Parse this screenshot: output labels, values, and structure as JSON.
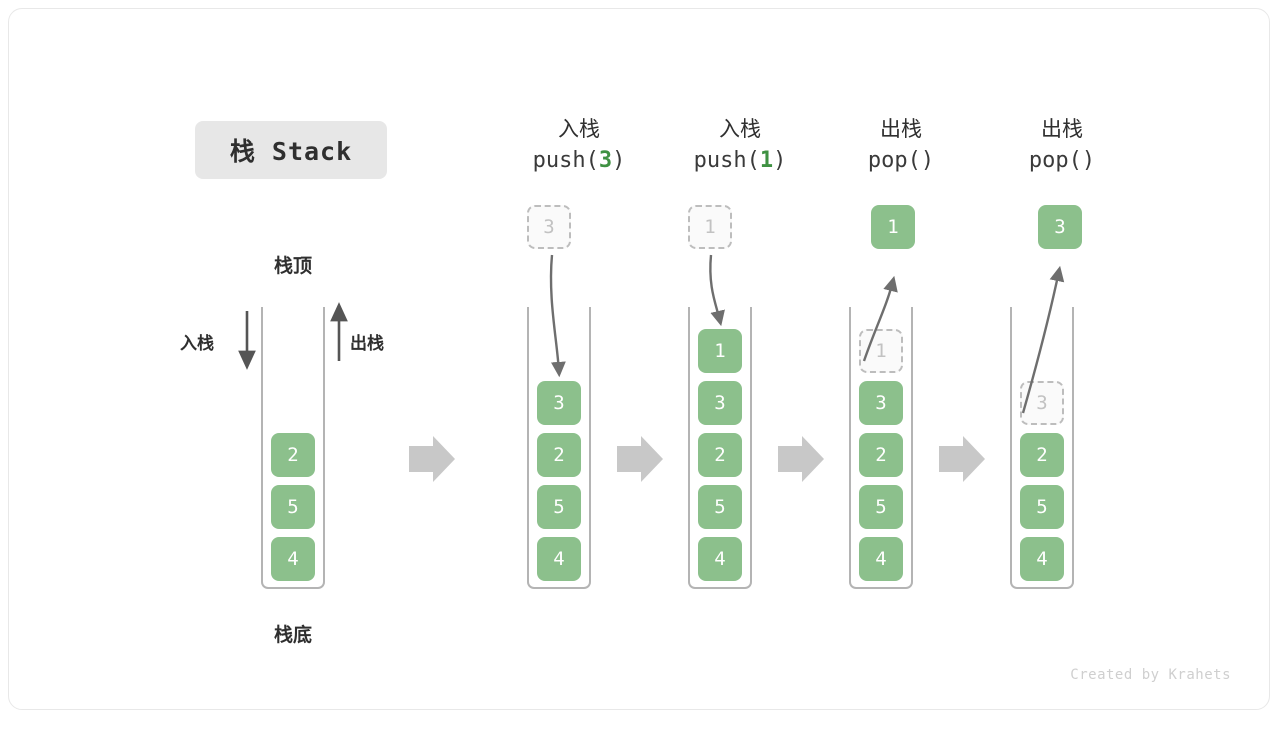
{
  "title": {
    "badge": "栈 Stack"
  },
  "left_diagram": {
    "top_label": "栈顶",
    "bottom_label": "栈底",
    "push_label": "入栈",
    "pop_label": "出栈",
    "cells": [
      "2",
      "5",
      "4"
    ]
  },
  "columns": [
    {
      "cn": "入栈",
      "code_prefix": "push(",
      "code_arg": "3",
      "code_suffix": ")",
      "floating": {
        "value": "3",
        "style": "ghost"
      },
      "cells": [
        {
          "value": "3",
          "style": "full"
        },
        {
          "value": "2",
          "style": "full"
        },
        {
          "value": "5",
          "style": "full"
        },
        {
          "value": "4",
          "style": "full"
        }
      ]
    },
    {
      "cn": "入栈",
      "code_prefix": "push(",
      "code_arg": "1",
      "code_suffix": ")",
      "floating": {
        "value": "1",
        "style": "ghost"
      },
      "cells": [
        {
          "value": "1",
          "style": "full"
        },
        {
          "value": "3",
          "style": "full"
        },
        {
          "value": "2",
          "style": "full"
        },
        {
          "value": "5",
          "style": "full"
        },
        {
          "value": "4",
          "style": "full"
        }
      ]
    },
    {
      "cn": "出栈",
      "code_prefix": "pop(",
      "code_arg": "",
      "code_suffix": ")",
      "floating": {
        "value": "1",
        "style": "full"
      },
      "cells": [
        {
          "value": "1",
          "style": "ghost"
        },
        {
          "value": "3",
          "style": "full"
        },
        {
          "value": "2",
          "style": "full"
        },
        {
          "value": "5",
          "style": "full"
        },
        {
          "value": "4",
          "style": "full"
        }
      ]
    },
    {
      "cn": "出栈",
      "code_prefix": "pop(",
      "code_arg": "",
      "code_suffix": ")",
      "floating": {
        "value": "3",
        "style": "full"
      },
      "cells": [
        {
          "value": "3",
          "style": "ghost"
        },
        {
          "value": "2",
          "style": "full"
        },
        {
          "value": "5",
          "style": "full"
        },
        {
          "value": "4",
          "style": "full"
        }
      ]
    }
  ],
  "footer": "Created by Krahets",
  "colors": {
    "cell_green": "#8cc08c",
    "accent_green": "#3f9142",
    "arrow_gray": "#c8c8c8",
    "line_gray": "#6e6e6e"
  }
}
